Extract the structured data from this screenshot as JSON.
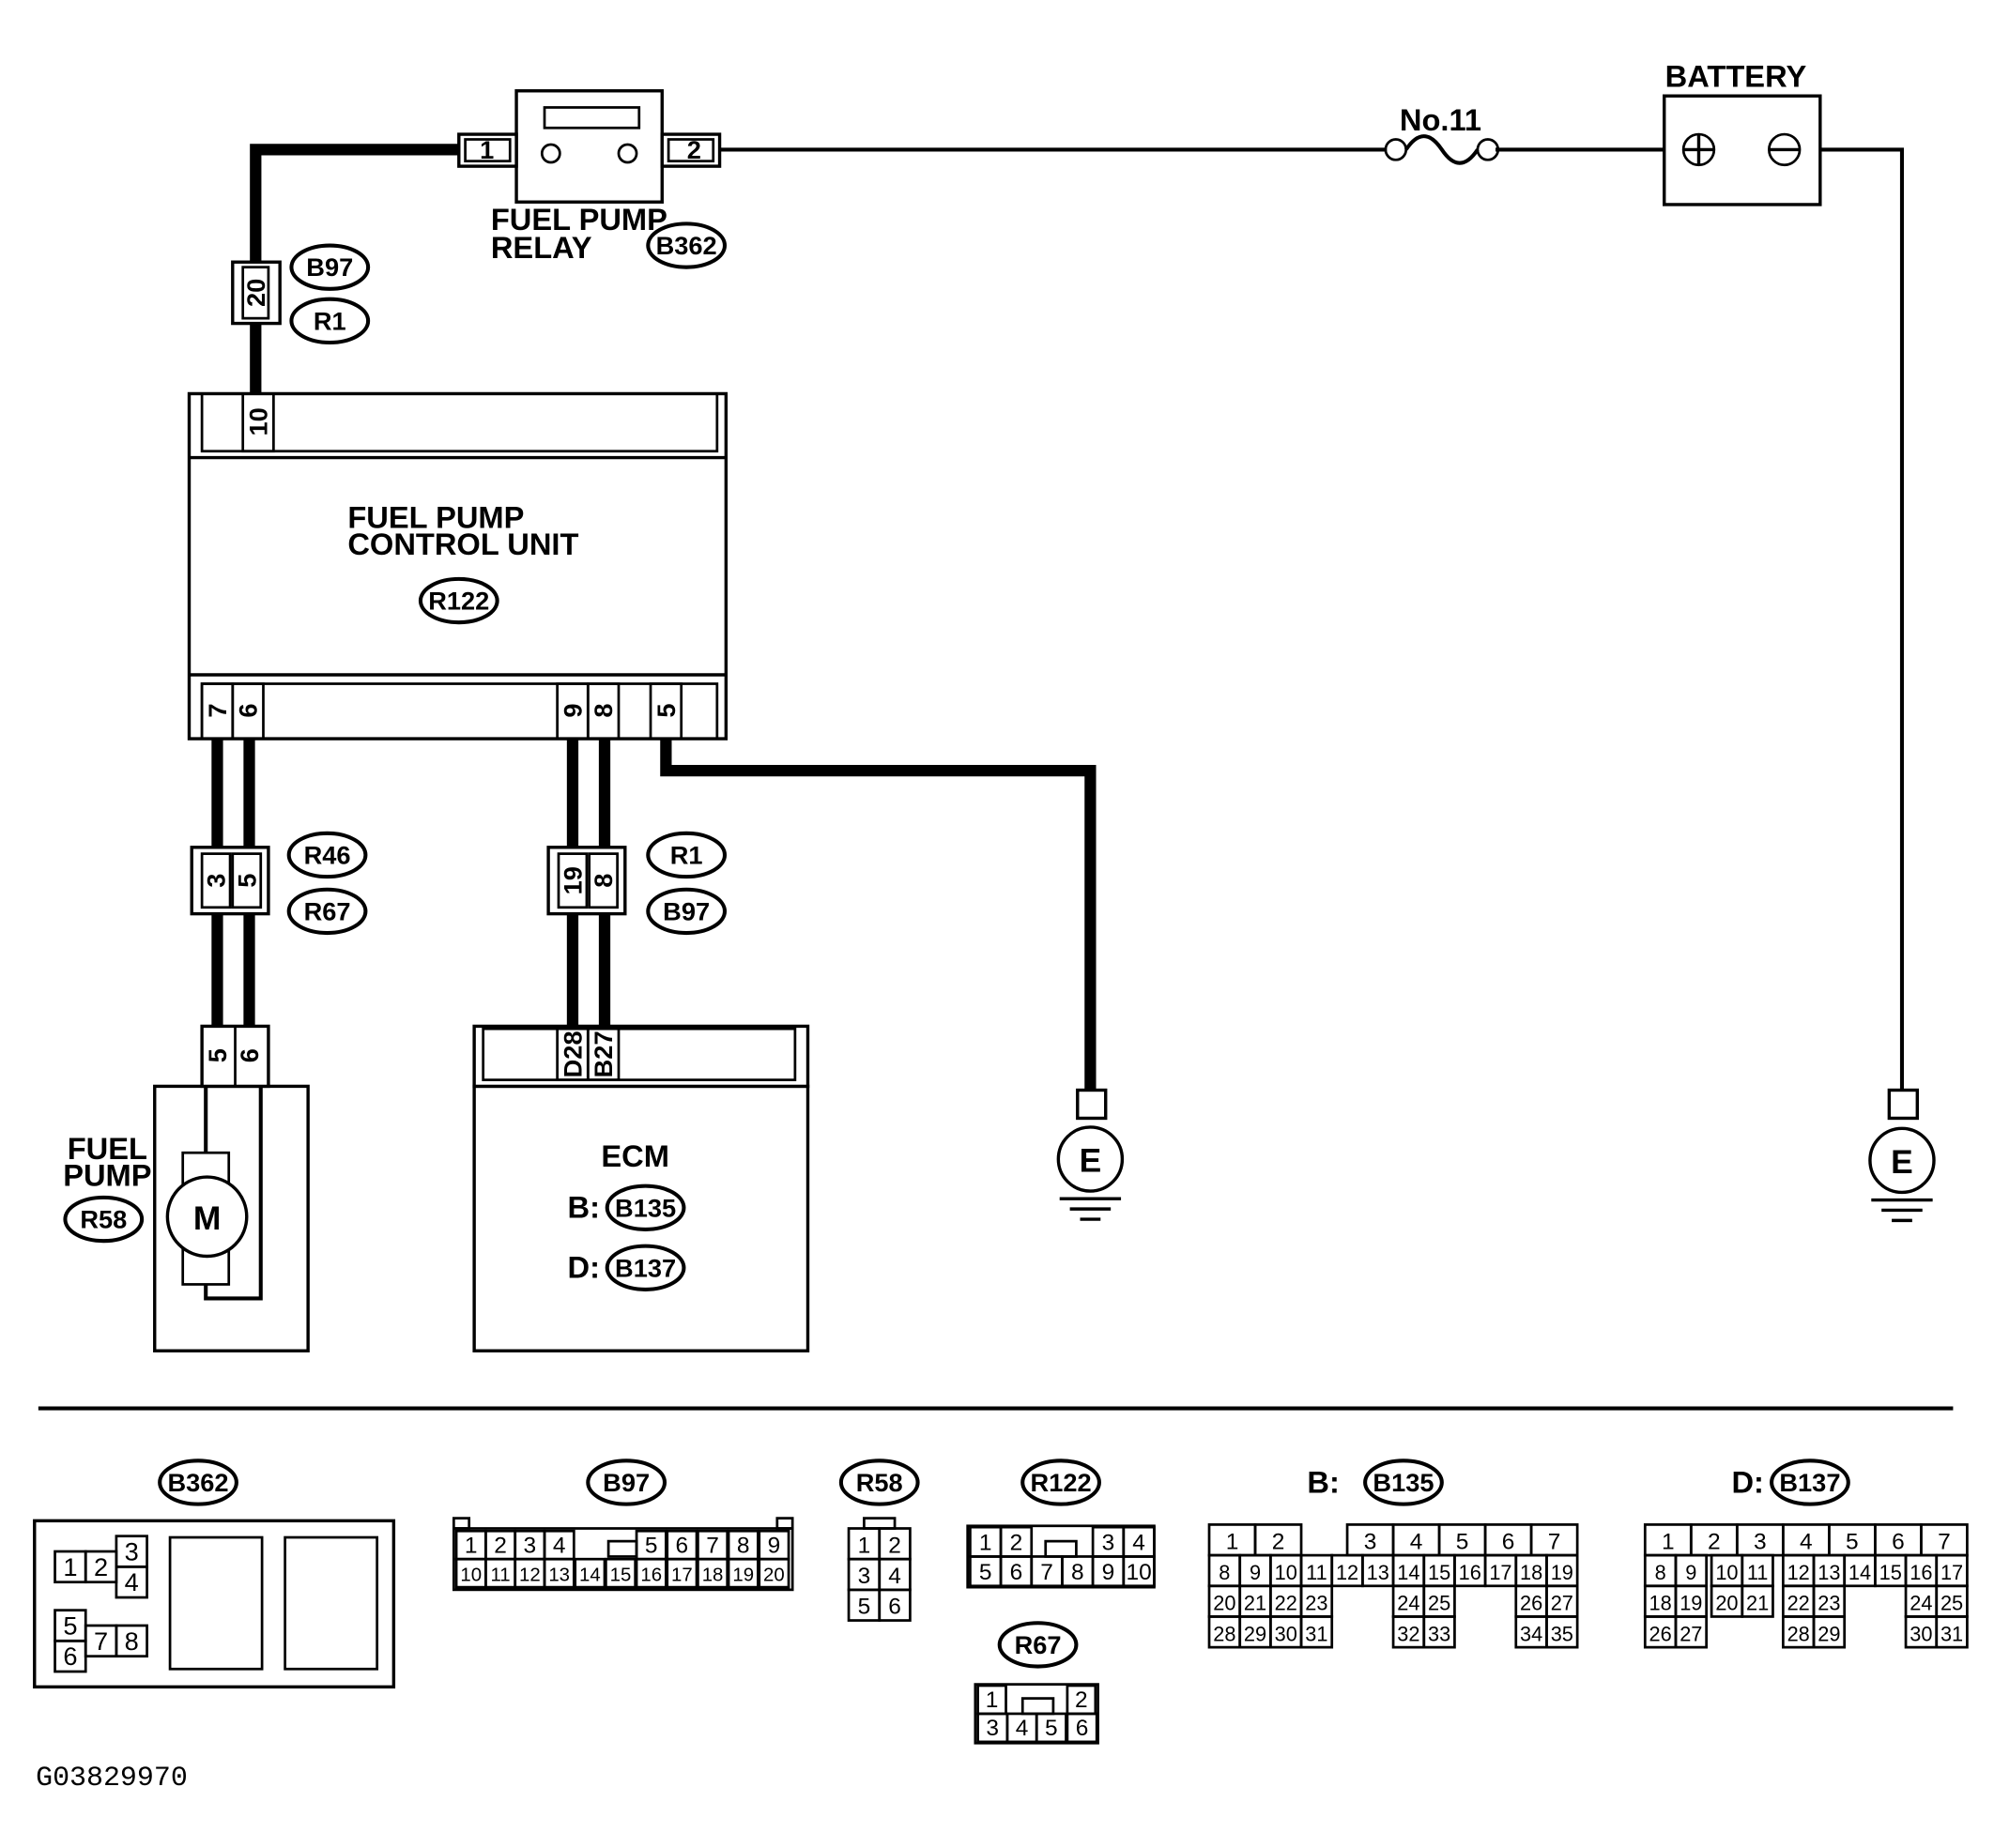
{
  "components": {
    "battery": "BATTERY",
    "fuse": "No.11",
    "relay": [
      "FUEL PUMP",
      "RELAY"
    ],
    "control_unit": [
      "FUEL PUMP",
      "CONTROL UNIT"
    ],
    "fuel_pump": [
      "FUEL",
      "PUMP"
    ],
    "motor_symbol": "M",
    "ecm": "ECM",
    "ecm_b_prefix": "B:",
    "ecm_d_prefix": "D:",
    "ground_symbol": "E",
    "plus_symbol": "+",
    "minus_symbol": "−"
  },
  "tags": {
    "relay": "B362",
    "cu": "R122",
    "pump": "R58",
    "ecm_b": "B135",
    "ecm_d": "B137",
    "top_conn_1": "B97",
    "top_conn_2": "R1",
    "pump_conn_1": "R46",
    "pump_conn_2": "R67",
    "ecm_conn_1": "R1",
    "ecm_conn_2": "B97"
  },
  "pins": {
    "relay_in": "1",
    "relay_out": "2",
    "top_conn": "20",
    "cu_top": "10",
    "cu_bottom": [
      "7",
      "6",
      "9",
      "8",
      "5"
    ],
    "pump_conn": [
      "3",
      "5"
    ],
    "ecm_conn": [
      "19",
      "8"
    ],
    "pump_pins": [
      "5",
      "6"
    ],
    "ecm_pins": [
      "D28",
      "B27"
    ]
  },
  "connectors": {
    "b362": {
      "title": "B362",
      "pins": [
        "1",
        "2",
        "3",
        "4",
        "5",
        "6",
        "7",
        "8"
      ]
    },
    "b97": {
      "title": "B97",
      "row1": [
        "1",
        "2",
        "3",
        "4",
        "5",
        "6",
        "7",
        "8",
        "9"
      ],
      "row2": [
        "10",
        "11",
        "12",
        "13",
        "14",
        "15",
        "16",
        "17",
        "18",
        "19",
        "20"
      ]
    },
    "r58": {
      "title": "R58",
      "pins": [
        "1",
        "2",
        "3",
        "4",
        "5",
        "6"
      ]
    },
    "r122": {
      "title": "R122",
      "row1": [
        "1",
        "2",
        "3",
        "4"
      ],
      "row2": [
        "5",
        "6",
        "7",
        "8",
        "9",
        "10"
      ]
    },
    "r67": {
      "title": "R67",
      "row1": [
        "1",
        "2"
      ],
      "row2": [
        "3",
        "4",
        "5",
        "6"
      ]
    },
    "b135": {
      "prefix": "B:",
      "title": "B135",
      "row1": [
        "1",
        "2",
        "3",
        "4",
        "5",
        "6",
        "7"
      ],
      "row2": [
        "8",
        "9",
        "10",
        "11",
        "12",
        "13",
        "14",
        "15",
        "16",
        "17",
        "18",
        "19"
      ],
      "row3": [
        "20",
        "21",
        "22",
        "23",
        "24",
        "25",
        "26",
        "27"
      ],
      "row4": [
        "28",
        "29",
        "30",
        "31",
        "32",
        "33",
        "34",
        "35"
      ]
    },
    "b137": {
      "prefix": "D:",
      "title": "B137",
      "row1": [
        "1",
        "2",
        "3",
        "4",
        "5",
        "6",
        "7"
      ],
      "row2": [
        "8",
        "9",
        "10",
        "11",
        "12",
        "13",
        "14",
        "15",
        "16",
        "17"
      ],
      "row3": [
        "18",
        "19",
        "20",
        "21",
        "22",
        "23",
        "24",
        "25"
      ],
      "row4": [
        "26",
        "27",
        "28",
        "29",
        "30",
        "31"
      ]
    }
  },
  "figure_id": "G03829970"
}
